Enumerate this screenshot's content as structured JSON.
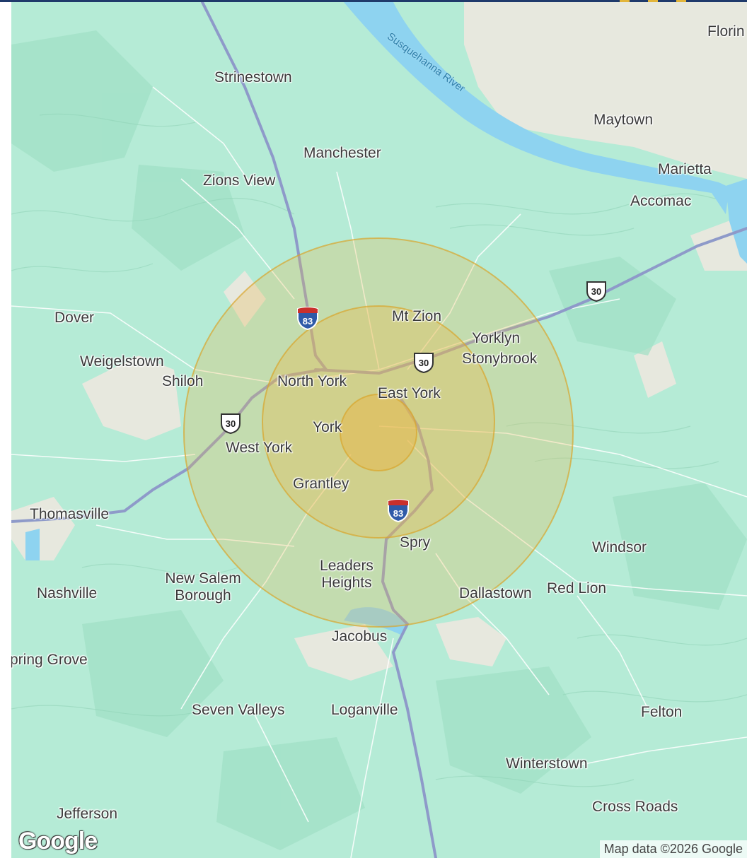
{
  "colors": {
    "land": "#b5ebd6",
    "urban": "#ede8e0",
    "water": "#8ed3f0",
    "highway": "#8e9ac9",
    "radius_fill": "#e8b84a",
    "radius_stroke": "#d9a52c",
    "accent_bar": "#1f3a6b"
  },
  "places": {
    "florin": "Florin",
    "strinestown": "Strinestown",
    "maytown": "Maytown",
    "manchester": "Manchester",
    "marietta": "Marietta",
    "zions_view": "Zions View",
    "accomac": "Accomac",
    "dover": "Dover",
    "mt_zion": "Mt Zion",
    "yorklyn": "Yorklyn",
    "stonybrook": "Stonybrook",
    "weigelstown": "Weigelstown",
    "shiloh": "Shiloh",
    "north_york": "North York",
    "east_york": "East York",
    "york": "York",
    "west_york": "West York",
    "grantley": "Grantley",
    "thomasville": "Thomasville",
    "spry": "Spry",
    "windsor": "Windsor",
    "new_salem_1": "New Salem",
    "new_salem_2": "Borough",
    "leaders_1": "Leaders",
    "leaders_2": "Heights",
    "nashville": "Nashville",
    "dallastown": "Dallastown",
    "red_lion": "Red Lion",
    "jacobus": "Jacobus",
    "spring_grove": "pring Grove",
    "seven_valleys": "Seven Valleys",
    "loganville": "Loganville",
    "felton": "Felton",
    "winterstown": "Winterstown",
    "jefferson": "Jefferson",
    "cross_roads": "Cross Roads"
  },
  "river": "Susquehanna River",
  "shields": {
    "i83": "83",
    "us30": "30"
  },
  "google_logo": "Google",
  "attribution": "Map data ©2026 Google"
}
